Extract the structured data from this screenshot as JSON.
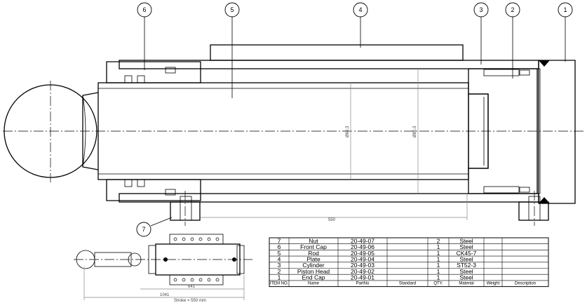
{
  "balloons": [
    {
      "id": "balloon-1",
      "label": "1"
    },
    {
      "id": "balloon-2",
      "label": "2"
    },
    {
      "id": "balloon-3",
      "label": "3"
    },
    {
      "id": "balloon-4",
      "label": "4"
    },
    {
      "id": "balloon-5",
      "label": "5"
    },
    {
      "id": "balloon-6",
      "label": "6"
    },
    {
      "id": "balloon-7",
      "label": "7"
    }
  ],
  "dimensions": {
    "rod_dia": "Ø60.3",
    "bore_dia": "Ø80.3",
    "stroke_len": "550",
    "mini_len_1": "641",
    "mini_len_2": "1041",
    "mini_caption": "Stroke = 550 mm"
  },
  "bom": {
    "headers": [
      "ITEM NO.",
      "Name",
      "PartNo",
      "Standard",
      "QTY.",
      "Material",
      "Weight",
      "Description"
    ],
    "rows": [
      {
        "item": "7",
        "name": "Nut",
        "partno": "20-49-07",
        "standard": "",
        "qty": "2",
        "material": "Steel",
        "weight": "",
        "desc": ""
      },
      {
        "item": "6",
        "name": "Front Cap",
        "partno": "20-49-06",
        "standard": "",
        "qty": "1",
        "material": "Steel",
        "weight": "",
        "desc": ""
      },
      {
        "item": "5",
        "name": "Rod",
        "partno": "20-49-05",
        "standard": "",
        "qty": "1",
        "material": "CK45-7",
        "weight": "",
        "desc": ""
      },
      {
        "item": "4",
        "name": "Plate",
        "partno": "20-49-04",
        "standard": "",
        "qty": "1",
        "material": "Steel",
        "weight": "",
        "desc": ""
      },
      {
        "item": "3",
        "name": "Cylinder",
        "partno": "20-49-03",
        "standard": "",
        "qty": "1",
        "material": "ST52-3",
        "weight": "",
        "desc": ""
      },
      {
        "item": "2",
        "name": "Piston Head",
        "partno": "20-49-02",
        "standard": "",
        "qty": "1",
        "material": "Steel",
        "weight": "",
        "desc": ""
      },
      {
        "item": "1",
        "name": "End Cap",
        "partno": "20-49-01",
        "standard": "",
        "qty": "1",
        "material": "Steel",
        "weight": "",
        "desc": ""
      }
    ]
  }
}
